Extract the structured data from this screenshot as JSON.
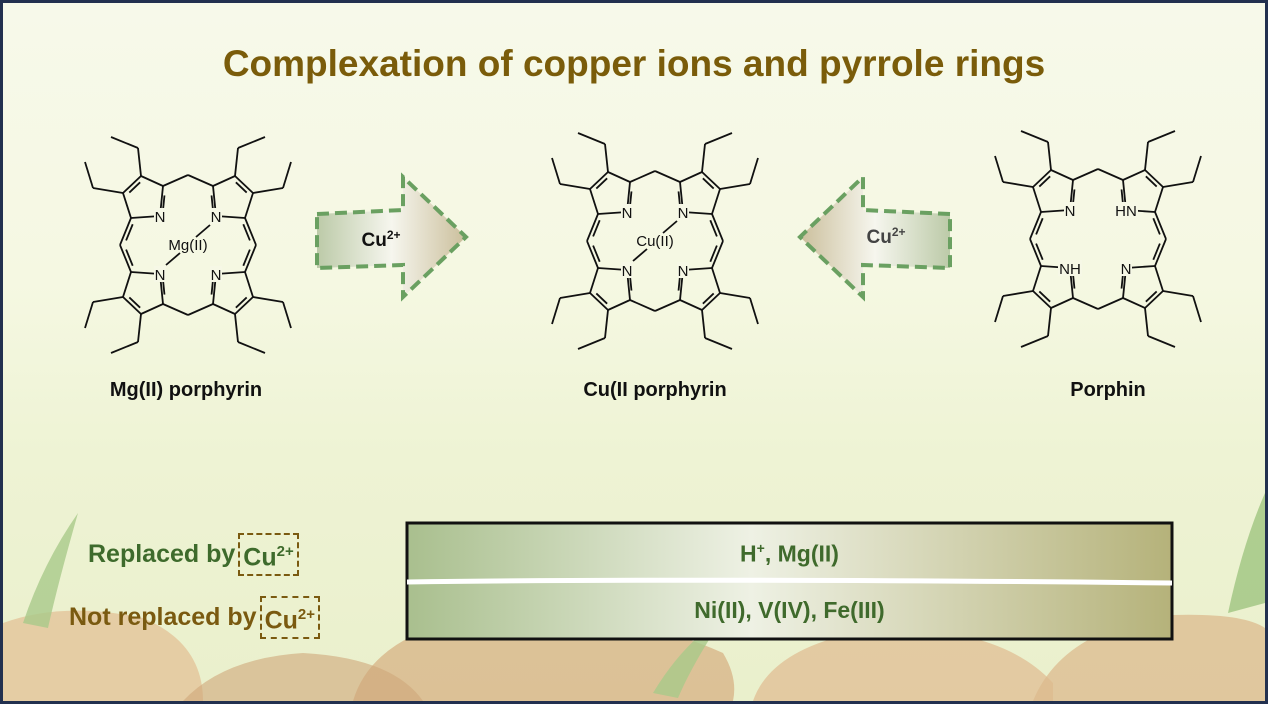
{
  "title": "Complexation of copper ions and pyrrole rings",
  "molecules": [
    {
      "name": "Mg(II) porphyrin",
      "metal": "Mg(II)"
    },
    {
      "name": "Cu(II porphyrin",
      "metal": "Cu(II)"
    },
    {
      "name": "Porphin",
      "metal": null
    }
  ],
  "arrows": [
    {
      "label_base": "Cu",
      "label_sup": "2+",
      "direction": "right"
    },
    {
      "label_base": "Cu",
      "label_sup": "2+",
      "direction": "left"
    }
  ],
  "table": {
    "rows": [
      {
        "label": "Replaced by",
        "ion_base": "Cu",
        "ion_sup": "2+",
        "value_base": "H",
        "value_sup": "+",
        "value_rest": ", Mg(II)",
        "color": "#3e6b2c"
      },
      {
        "label": "Not replaced by",
        "ion_base": "Cu",
        "ion_sup": "2+",
        "value": "Ni(II), V(IV), Fe(III)",
        "color": "#7a5a10"
      }
    ]
  },
  "colors": {
    "title": "#7a5c0a",
    "green": "#3e6b2c",
    "brown": "#7a5a10",
    "arrow_dash": "#6aa061"
  }
}
